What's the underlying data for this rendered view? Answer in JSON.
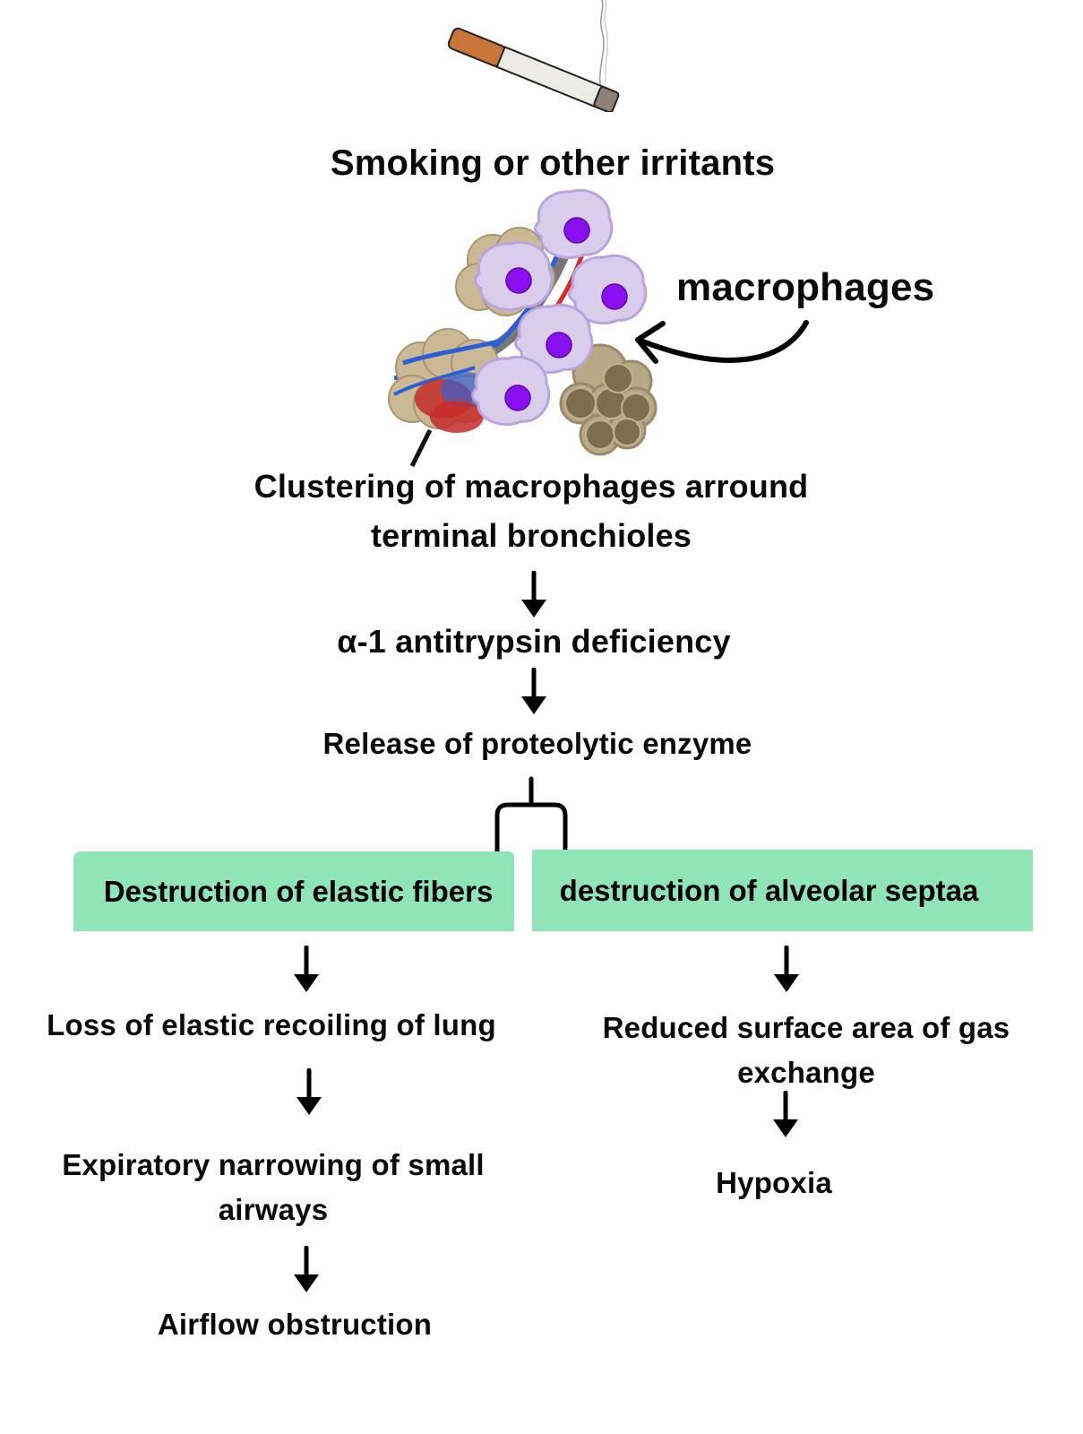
{
  "diagram": {
    "title": "Smoking or other irritants",
    "illustration_label": "macrophages",
    "icons": {
      "cigarette": "cigarette-icon",
      "lung_alveoli": "alveoli-macrophages-illustration",
      "curved_arrow": "curved-arrow-icon"
    },
    "steps": {
      "clustering_line1": "Clustering of macrophages arround",
      "clustering_line2": "terminal bronchioles",
      "deficiency": "α-1 antitrypsin deficiency",
      "release": "Release of proteolytic enzyme"
    },
    "branches": {
      "left": {
        "box_label": "Destruction of elastic fibers",
        "steps": [
          "Loss of elastic recoiling of lung",
          "Expiratory narrowing of small airways",
          "Airflow obstruction"
        ]
      },
      "right": {
        "box_label": "destruction of alveolar septaa",
        "steps": [
          "Reduced surface area of gas exchange",
          "Hypoxia"
        ]
      }
    },
    "colors": {
      "box_fill": "#8fe5b6",
      "macrophage_body": "#d9cdeb",
      "macrophage_nucleus": "#8a0ff0",
      "text": "#0a0a0a"
    }
  }
}
